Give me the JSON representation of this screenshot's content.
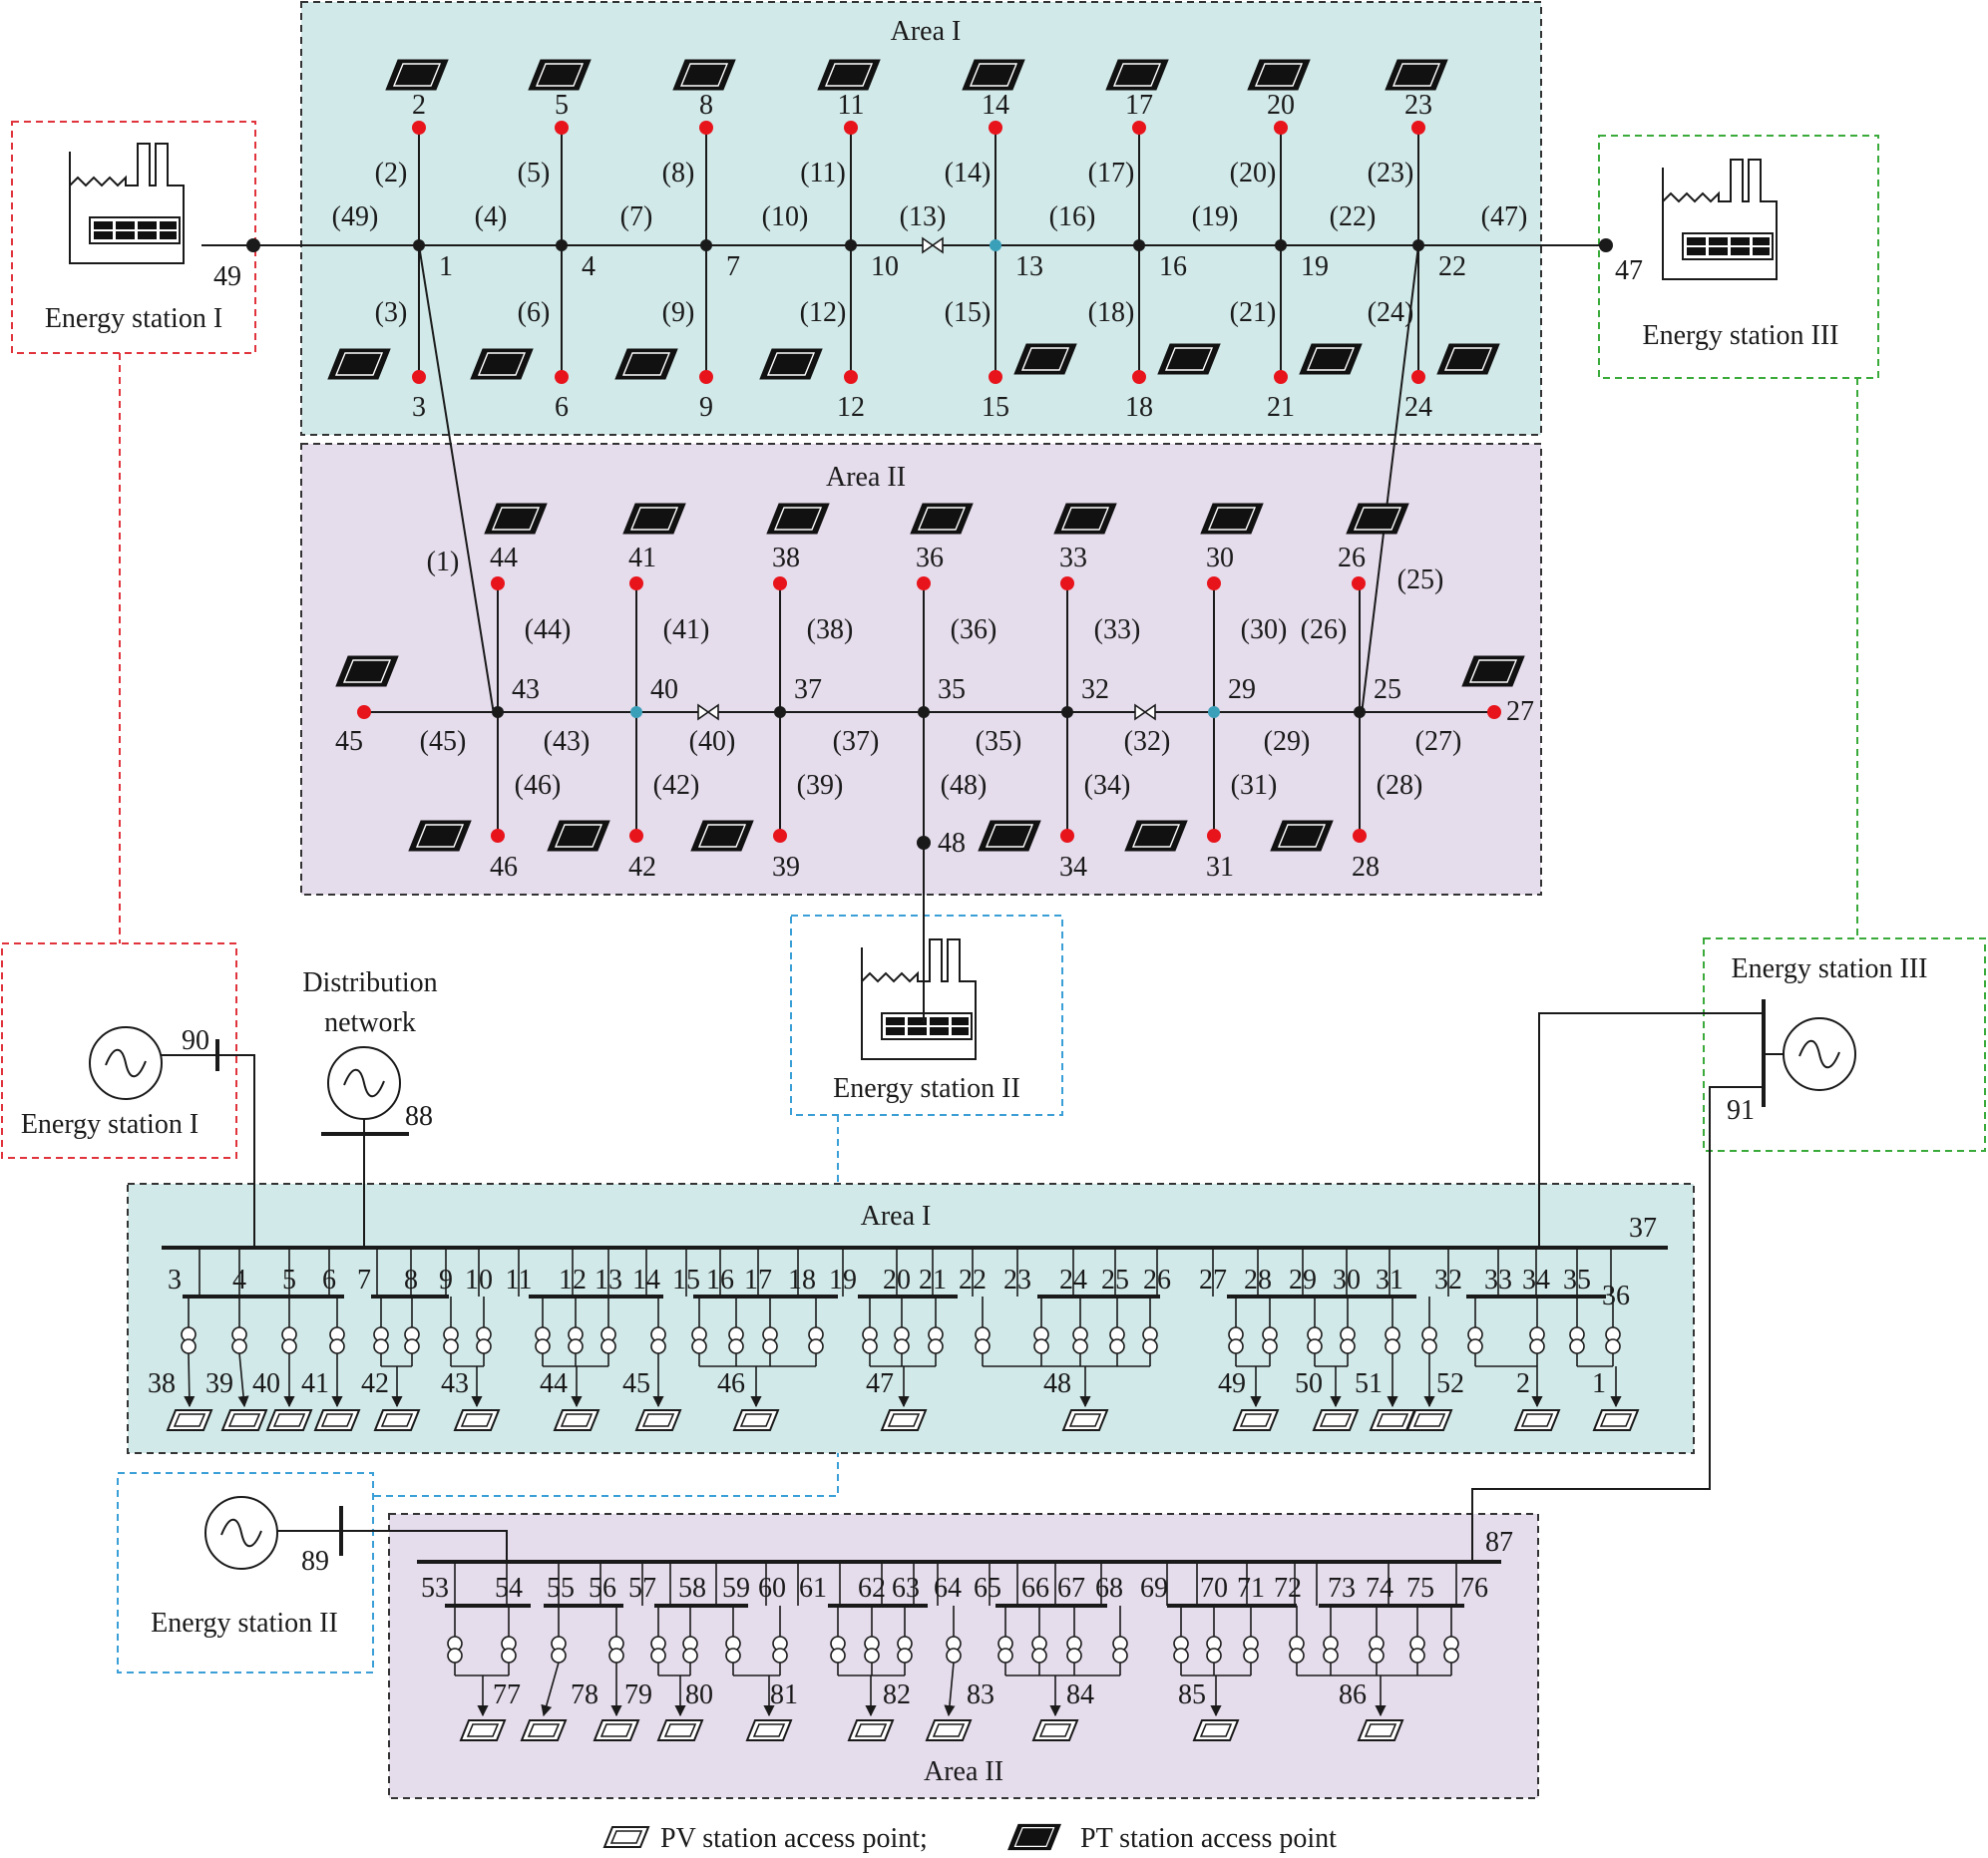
{
  "colors": {
    "area1_fill": "#d2e9e9",
    "area2_fill": "#e5dcec",
    "station1_border": "#e0333b",
    "station2_border": "#3a9fd6",
    "station3_border": "#3aaa3a",
    "node_red": "#e8141b",
    "node_blue": "#3a9fb8",
    "node_black": "#1a1a1a"
  },
  "icons": [
    "factory-icon",
    "pt-station-icon",
    "pv-station-icon",
    "generator-icon",
    "transformer-icon",
    "switch-icon"
  ],
  "top": {
    "area1_title": "Area I",
    "area2_title": "Area II",
    "station1_label": "Energy station I",
    "station2_label": "Energy station II",
    "station3_label": "Energy station III",
    "area1_main_nodes": [
      "1",
      "4",
      "7",
      "10",
      "13",
      "16",
      "19",
      "22"
    ],
    "area1_up_nodes": [
      "2",
      "5",
      "8",
      "11",
      "14",
      "17",
      "20",
      "23"
    ],
    "area1_down_nodes": [
      "3",
      "6",
      "9",
      "12",
      "15",
      "18",
      "21",
      "24"
    ],
    "area1_up_branches": [
      "(2)",
      "(5)",
      "(8)",
      "(11)",
      "(14)",
      "(17)",
      "(20)",
      "(23)"
    ],
    "area1_down_branches": [
      "(3)",
      "(6)",
      "(9)",
      "(12)",
      "(15)",
      "(18)",
      "(21)",
      "(24)"
    ],
    "area1_main_branches": [
      "(49)",
      "(4)",
      "(7)",
      "(10)",
      "(13)",
      "(16)",
      "(19)",
      "(22)",
      "(47)"
    ],
    "end_nodes": [
      "49",
      "47"
    ],
    "area2_main_nodes": [
      "43",
      "40",
      "37",
      "35",
      "32",
      "29",
      "25"
    ],
    "area2_up_nodes": [
      "44",
      "41",
      "38",
      "36",
      "33",
      "30",
      "26"
    ],
    "area2_down_nodes": [
      "46",
      "42",
      "39",
      "48",
      "34",
      "31",
      "28"
    ],
    "area2_up_branches": [
      "(44)",
      "(41)",
      "(38)",
      "(36)",
      "(33)",
      "(30)",
      "(26)"
    ],
    "area2_down_branches": [
      "(46)",
      "(42)",
      "(39)",
      "(48)",
      "(34)",
      "(31)",
      "(28)"
    ],
    "area2_main_branches": [
      "(45)",
      "(43)",
      "(40)",
      "(37)",
      "(35)",
      "(32)",
      "(29)",
      "(27)"
    ],
    "area2_end_nodes": [
      "45",
      "27"
    ],
    "tie_branches": [
      "(1)",
      "(25)"
    ]
  },
  "bottom": {
    "area1_title": "Area I",
    "area2_title": "Area II",
    "distribution_label_1": "Distribution",
    "distribution_label_2": "network",
    "station1_label": "Energy station I",
    "station2_label": "Energy station II",
    "station3_label": "Energy station III",
    "gen_buses": [
      "90",
      "88",
      "89",
      "91"
    ],
    "main_bus_labels": [
      "37",
      "87"
    ],
    "area1_feeder_labels": [
      "3",
      "4",
      "5",
      "6",
      "7",
      "8",
      "9",
      "10",
      "11",
      "12",
      "13",
      "14",
      "15",
      "16",
      "17",
      "18",
      "19",
      "20",
      "21",
      "22",
      "23",
      "24",
      "25",
      "26",
      "27",
      "28",
      "29",
      "30",
      "31",
      "32",
      "33",
      "34",
      "35",
      "36"
    ],
    "area1_pv_labels": [
      "38",
      "39",
      "40",
      "41",
      "42",
      "43",
      "44",
      "45",
      "46",
      "47",
      "48",
      "49",
      "50",
      "51",
      "52",
      "2",
      "1"
    ],
    "area2_feeder_labels": [
      "53",
      "54",
      "55",
      "56",
      "57",
      "58",
      "59",
      "60",
      "61",
      "62",
      "63",
      "64",
      "65",
      "66",
      "67",
      "68",
      "69",
      "70",
      "71",
      "72",
      "73",
      "74",
      "75",
      "76"
    ],
    "area2_pv_labels": [
      "77",
      "78",
      "79",
      "80",
      "81",
      "82",
      "83",
      "84",
      "85",
      "86"
    ]
  },
  "legend": {
    "pv_label": "PV station access point;",
    "pt_label": "PT station access point"
  }
}
